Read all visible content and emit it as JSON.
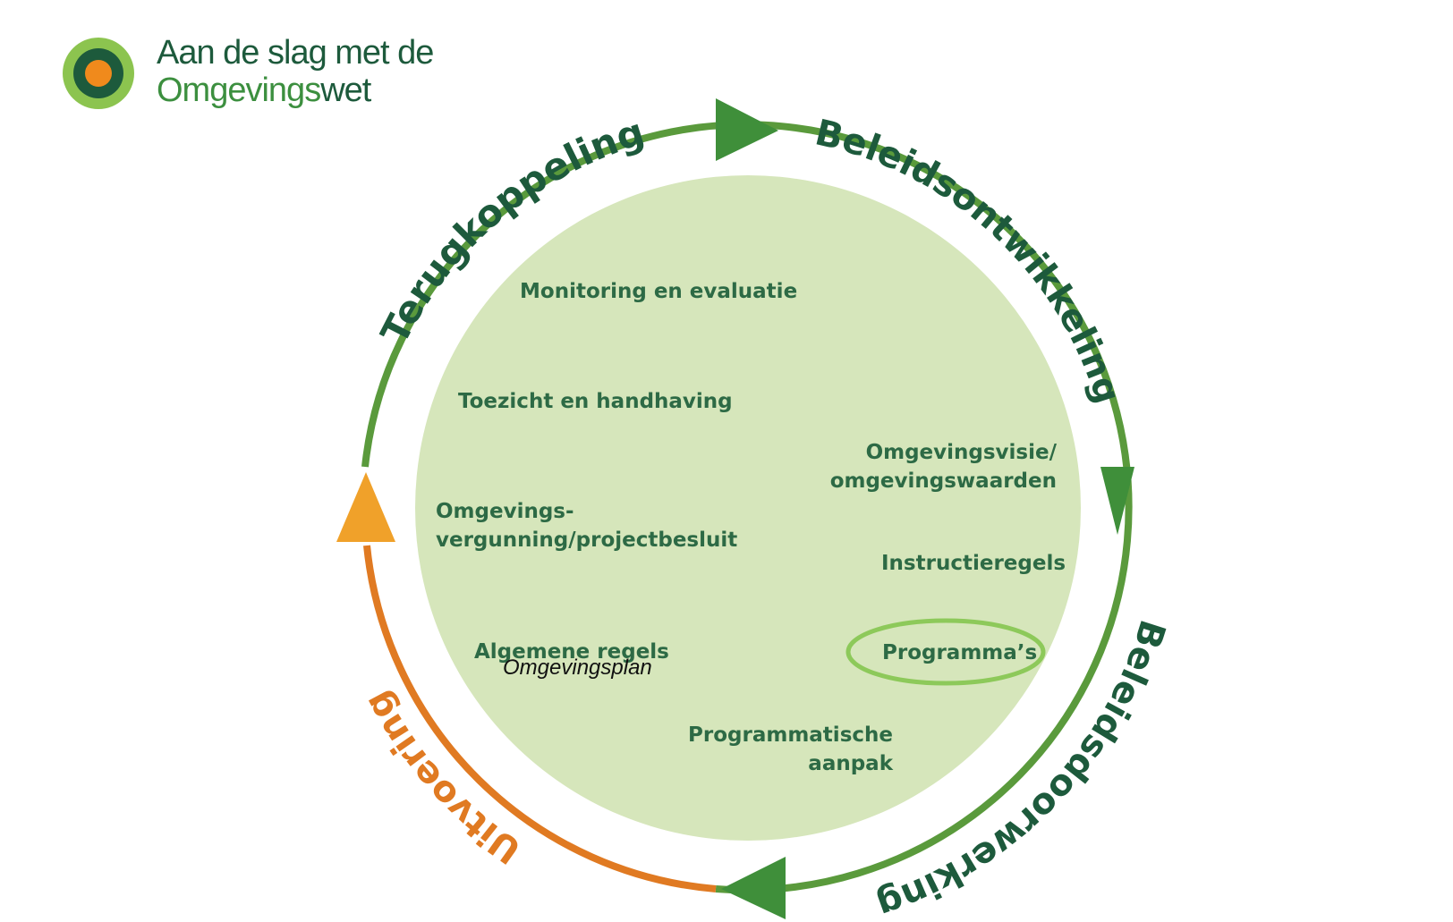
{
  "logo": {
    "line1": "Aan de slag met de",
    "line2_light": "Omgevings",
    "line2_bold": "wet",
    "icon": "concentric-rings-icon"
  },
  "cycle": {
    "terugkoppeling": "Terugkoppeling",
    "beleidsontwikkeling": "Beleidsontwikkeling",
    "beleidsdoorwerking": "Beleidsdoorwerking",
    "uitvoering": "Uitvoering"
  },
  "items": {
    "monitoring": "Monitoring en evaluatie",
    "toezicht": "Toezicht en handhaving",
    "vergunning_l1": "Omgevings-",
    "vergunning_l2": "vergunning/projectbesluit",
    "algemene_regels": "Algemene regels",
    "omgevingsvisie_l1": "Omgevingsvisie/",
    "omgevingsvisie_l2": "omgevingswaarden",
    "instructieregels": "Instructieregels",
    "programmas": "Programma’s",
    "programmatische_l1": "Programmatische",
    "programmatische_l2": "aanpak"
  },
  "overlay": {
    "omgevingsplan": "Omgevingsplan"
  },
  "colors": {
    "dark_green": "#1d5a3c",
    "mid_green": "#3f8f3a",
    "ring_green": "#5a9a3c",
    "light_green_fill": "#d6e6bb",
    "orange": "#e07a22",
    "orange_arrow": "#f0a12a",
    "highlight_ellipse": "#8dc95a"
  }
}
